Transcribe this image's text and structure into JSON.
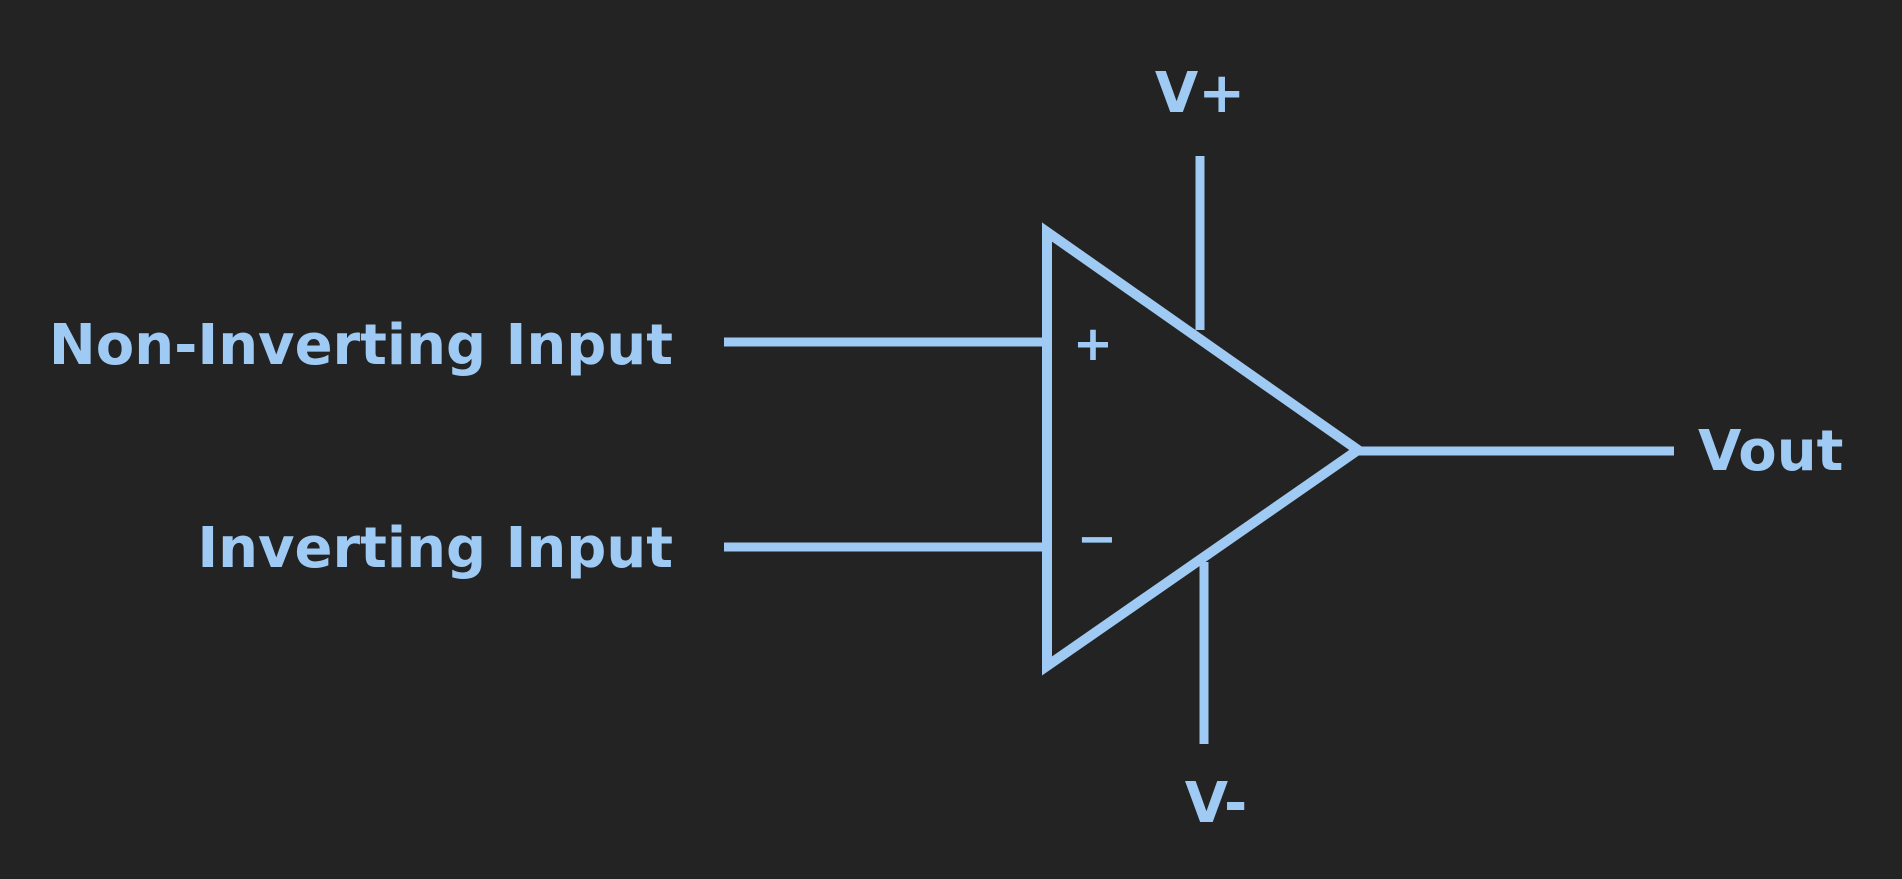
{
  "diagram": {
    "colors": {
      "background": "#232323",
      "stroke": "#9fcaf3"
    },
    "labels": {
      "non_inverting_input": "Non-Inverting Input",
      "inverting_input": "Inverting Input",
      "positive_supply": "V+",
      "negative_supply": "V-",
      "output": "Vout",
      "plus_sign": "+",
      "minus_sign": "−"
    }
  }
}
